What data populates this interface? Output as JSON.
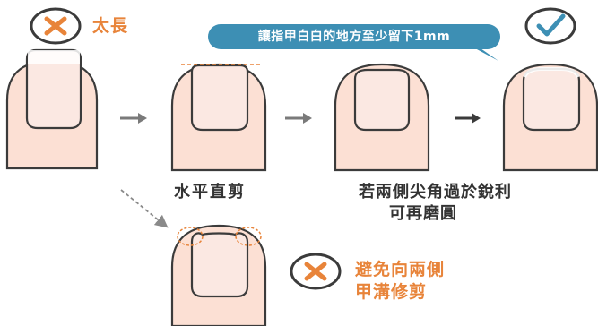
{
  "labels": {
    "too_long": "太長",
    "tip": "讓指甲白白的地方至少留下1mm",
    "cut_straight": "水平直剪",
    "round_corners_line1": "若兩側尖角過於銳利",
    "round_corners_line2": "可再磨圓",
    "avoid_line1": "避免向兩側",
    "avoid_line2": "甲溝修剪"
  },
  "icons": {
    "wrong": "x-mark-icon",
    "correct": "check-mark-icon",
    "arrow": "right-arrow-icon"
  },
  "colors": {
    "skin": "#fce0d4",
    "nail": "#fbe8e2",
    "outline": "#3b3b3b",
    "orange": "#e8843a",
    "blue": "#3d8fb4",
    "arrow": "#6b6b6b"
  }
}
